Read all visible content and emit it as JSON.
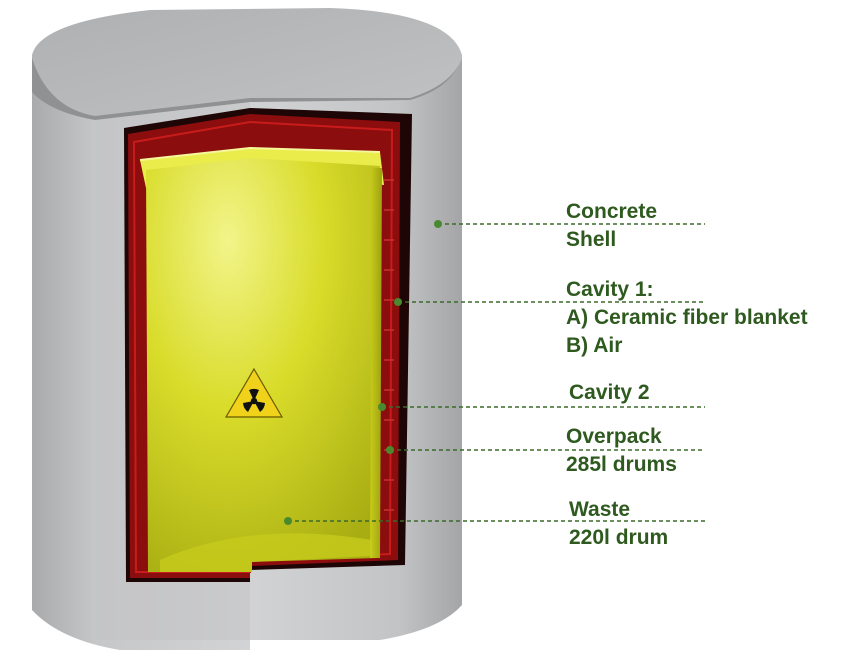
{
  "colors": {
    "label_text": "#2f5a1f",
    "leader_line": "#3a6a2a",
    "concrete_light": "#c9cacb",
    "concrete_top": "#b3b4b6",
    "concrete_dark": "#8e9092",
    "overpack_red": "#a01010",
    "cavity_dark": "#2a0808",
    "waste_yellow": "#d8d820",
    "waste_bright": "#eef060"
  },
  "icons": {
    "hazard": "radiation-trefoil-icon"
  },
  "labels": {
    "concrete": {
      "line1": "Concrete",
      "line2": "Shell"
    },
    "cavity1": {
      "line1": "Cavity 1:",
      "line2": "A) Ceramic fiber blanket",
      "line3": "B) Air"
    },
    "cavity2": {
      "line1": "Cavity 2"
    },
    "overpack": {
      "line1": "Overpack",
      "line2": "285l drums"
    },
    "waste": {
      "line1": "Waste",
      "line2": "220l drum"
    }
  }
}
